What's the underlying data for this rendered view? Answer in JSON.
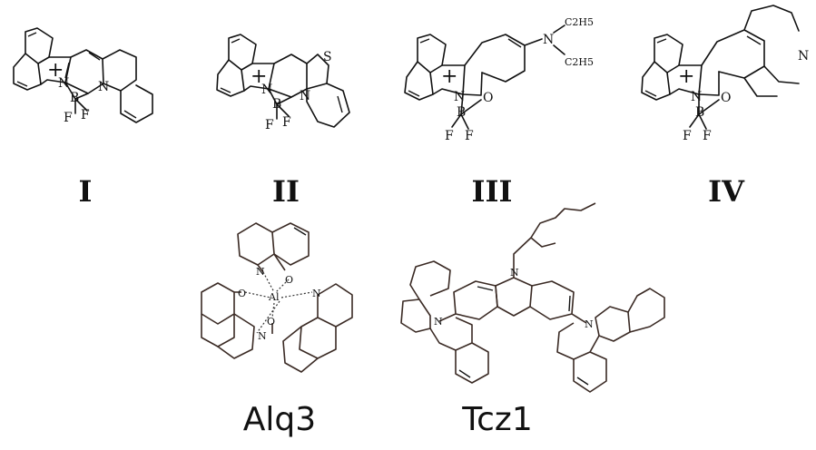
{
  "compounds": [
    {
      "id": "I",
      "label": "I",
      "atoms": {
        "n1": "N",
        "n2": "N",
        "b": "B",
        "f1": "F",
        "f2": "F",
        "charge": "+"
      }
    },
    {
      "id": "II",
      "label": "II",
      "atoms": {
        "n1": "N",
        "n2": "N",
        "s": "S",
        "b": "B",
        "f1": "F",
        "f2": "F",
        "charge": "+"
      }
    },
    {
      "id": "III",
      "label": "III",
      "atoms": {
        "n1": "N",
        "n2": "N",
        "o": "O",
        "b": "B",
        "f1": "F",
        "f2": "F",
        "charge": "+",
        "et1": "C2H5",
        "et2": "C2H5"
      }
    },
    {
      "id": "IV",
      "label": "IV",
      "atoms": {
        "n1": "N",
        "n2": "N",
        "o": "O",
        "b": "B",
        "f1": "F",
        "f2": "F",
        "charge": "+"
      }
    }
  ],
  "alq3": {
    "name": "Alq3",
    "atoms": {
      "al": "Al",
      "n1": "N",
      "n2": "N",
      "n3": "N",
      "o1": "O",
      "o2": "O",
      "o3": "O"
    }
  },
  "tcz1": {
    "name": "Tcz1",
    "atoms": {
      "n1": "N",
      "n2": "N",
      "n3": "N"
    }
  }
}
